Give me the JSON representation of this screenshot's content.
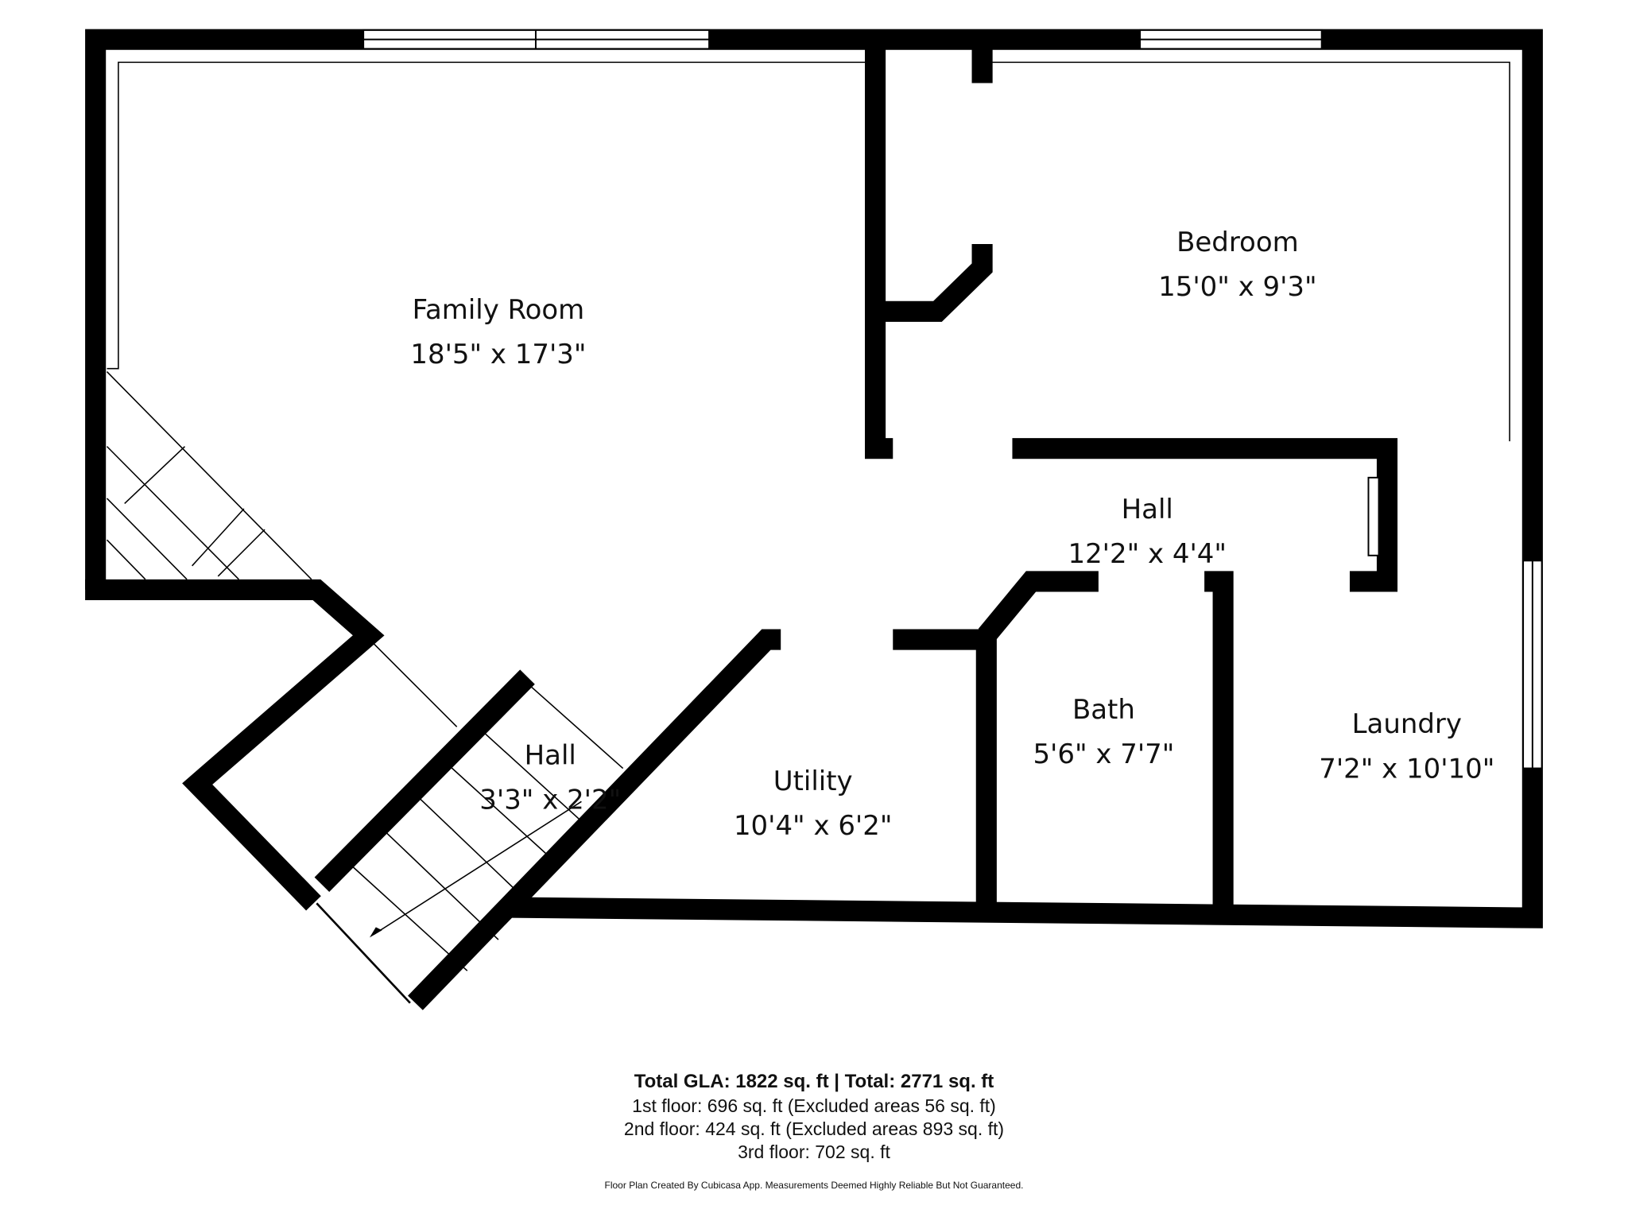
{
  "rooms": [
    {
      "name": "Family Room",
      "dims": "18'5\" x 17'3\""
    },
    {
      "name": "Bedroom",
      "dims": "15'0\" x 9'3\""
    },
    {
      "name": "Hall",
      "dims": "12'2\" x 4'4\""
    },
    {
      "name": "Hall",
      "dims": "3'3\" x 2'2\""
    },
    {
      "name": "Utility",
      "dims": "10'4\" x 6'2\""
    },
    {
      "name": "Bath",
      "dims": "5'6\" x 7'7\""
    },
    {
      "name": "Laundry",
      "dims": "7'2\" x 10'10\""
    }
  ],
  "summary": {
    "total": "Total GLA: 1822 sq. ft | Total: 2771 sq. ft",
    "floor1": "1st floor: 696 sq. ft (Excluded areas 56 sq. ft)",
    "floor2": "2nd floor: 424 sq. ft (Excluded areas 893 sq. ft)",
    "floor3": "3rd floor: 702 sq. ft",
    "disclaimer": "Floor Plan Created By Cubicasa App. Measurements Deemed Highly Reliable But Not Guaranteed."
  },
  "colors": {
    "wall": "#000000",
    "background": "#ffffff"
  }
}
